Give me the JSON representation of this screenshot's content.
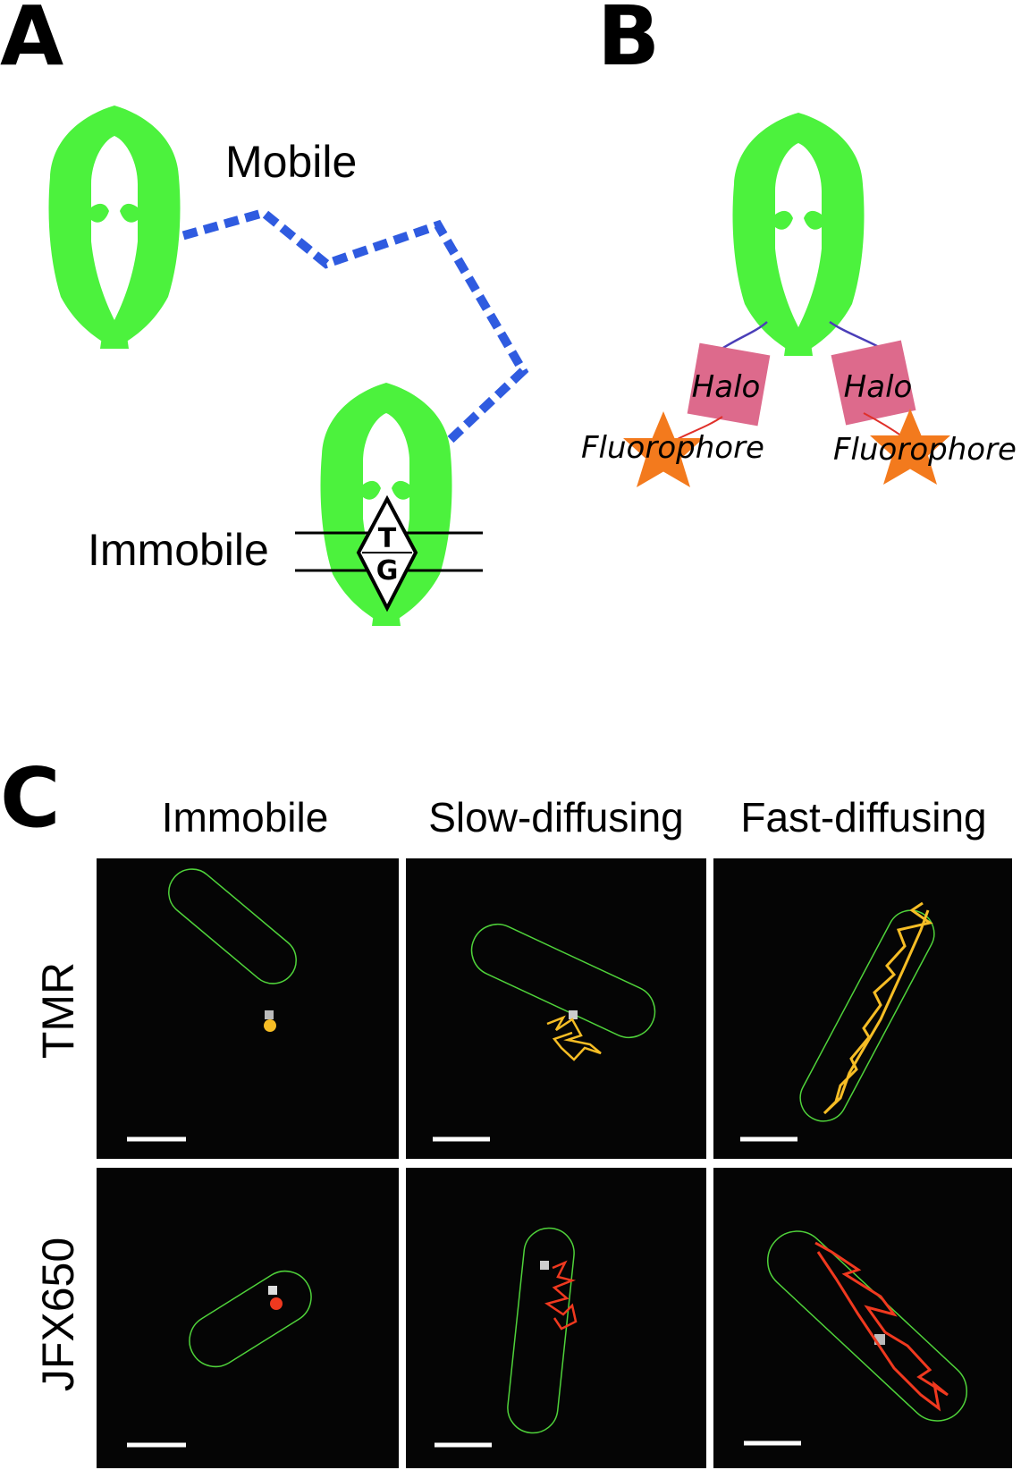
{
  "panels": {
    "A": {
      "letter": "A",
      "mobile_label": "Mobile",
      "immobile_label": "Immobile",
      "base_top": "T",
      "base_bottom": "G"
    },
    "B": {
      "letter": "B",
      "tag_label": "Halo",
      "dye_label": "Fluorophore"
    },
    "C": {
      "letter": "C",
      "columns": [
        "Immobile",
        "Slow-diffusing",
        "Fast-diffusing"
      ],
      "rows": [
        "TMR",
        "JFX650"
      ]
    }
  },
  "colors": {
    "protein": "#4cf23d",
    "linker": "#2f5be0",
    "halo": "#dd6a8c",
    "fluorophore": "#f37a1d",
    "track_tmr": "#f6bd25",
    "track_jfx650": "#f0391f",
    "cell_outline": "#4fd23a",
    "micrograph_bg": "#050505"
  },
  "icons": {
    "protein": "clamp-protein-icon",
    "fluorophore": "star-icon"
  }
}
